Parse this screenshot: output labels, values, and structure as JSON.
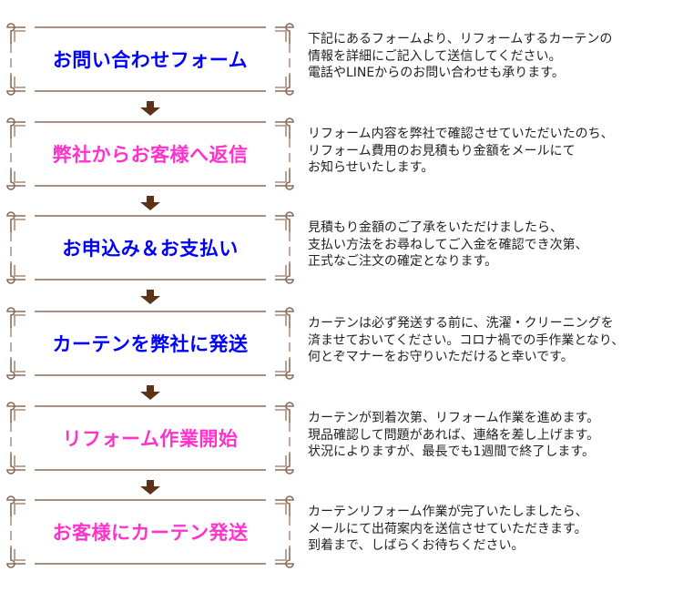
{
  "colors": {
    "frame": "#8b6a55",
    "arrow": "#5c3317",
    "title_blue": "#0000ff",
    "title_pink": "#ff33cc",
    "body_text": "#222222"
  },
  "icons": {
    "arrow": "down-arrow-icon",
    "frame": "ornate-frame-border"
  },
  "steps": [
    {
      "title": "お問い合わせフォーム",
      "title_color": "blue",
      "lines": [
        "下記にあるフォームより、リフォームするカーテンの",
        "情報を詳細にご記入して送信してください。",
        "電話やLINEからのお問い合わせも承ります。"
      ]
    },
    {
      "title": "弊社からお客様へ返信",
      "title_color": "pink",
      "lines": [
        "リフォーム内容を弊社で確認させていただいたのち、",
        "リフォーム費用のお見積もり金額をメールにて",
        "お知らせいたします。"
      ]
    },
    {
      "title": "お申込み＆お支払い",
      "title_color": "blue",
      "lines": [
        "見積もり金額のご了承をいただけましたら、",
        "支払い方法をお尋ねしてご入金を確認でき次第、",
        "正式なご注文の確定となります。"
      ]
    },
    {
      "title": "カーテンを弊社に発送",
      "title_color": "blue",
      "lines": [
        "カーテンは必ず発送する前に、洗濯・クリーニングを",
        "済ませておいてください。コロナ禍での手作業となり、",
        "何とぞマナーをお守りいただけると幸いです。"
      ]
    },
    {
      "title": "リフォーム作業開始",
      "title_color": "pink",
      "lines": [
        "カーテンが到着次第、リフォーム作業を進めます。",
        "現品確認して問題があれば、連絡を差し上げます。",
        "状況によりますが、最長でも1週間で終了します。"
      ]
    },
    {
      "title": "お客様にカーテン発送",
      "title_color": "pink",
      "lines": [
        "カーテンリフォーム作業が完了いたしましたら、",
        "メールにて出荷案内を送信させていただきます。",
        "到着まで、しばらくお待ちください。"
      ]
    }
  ]
}
